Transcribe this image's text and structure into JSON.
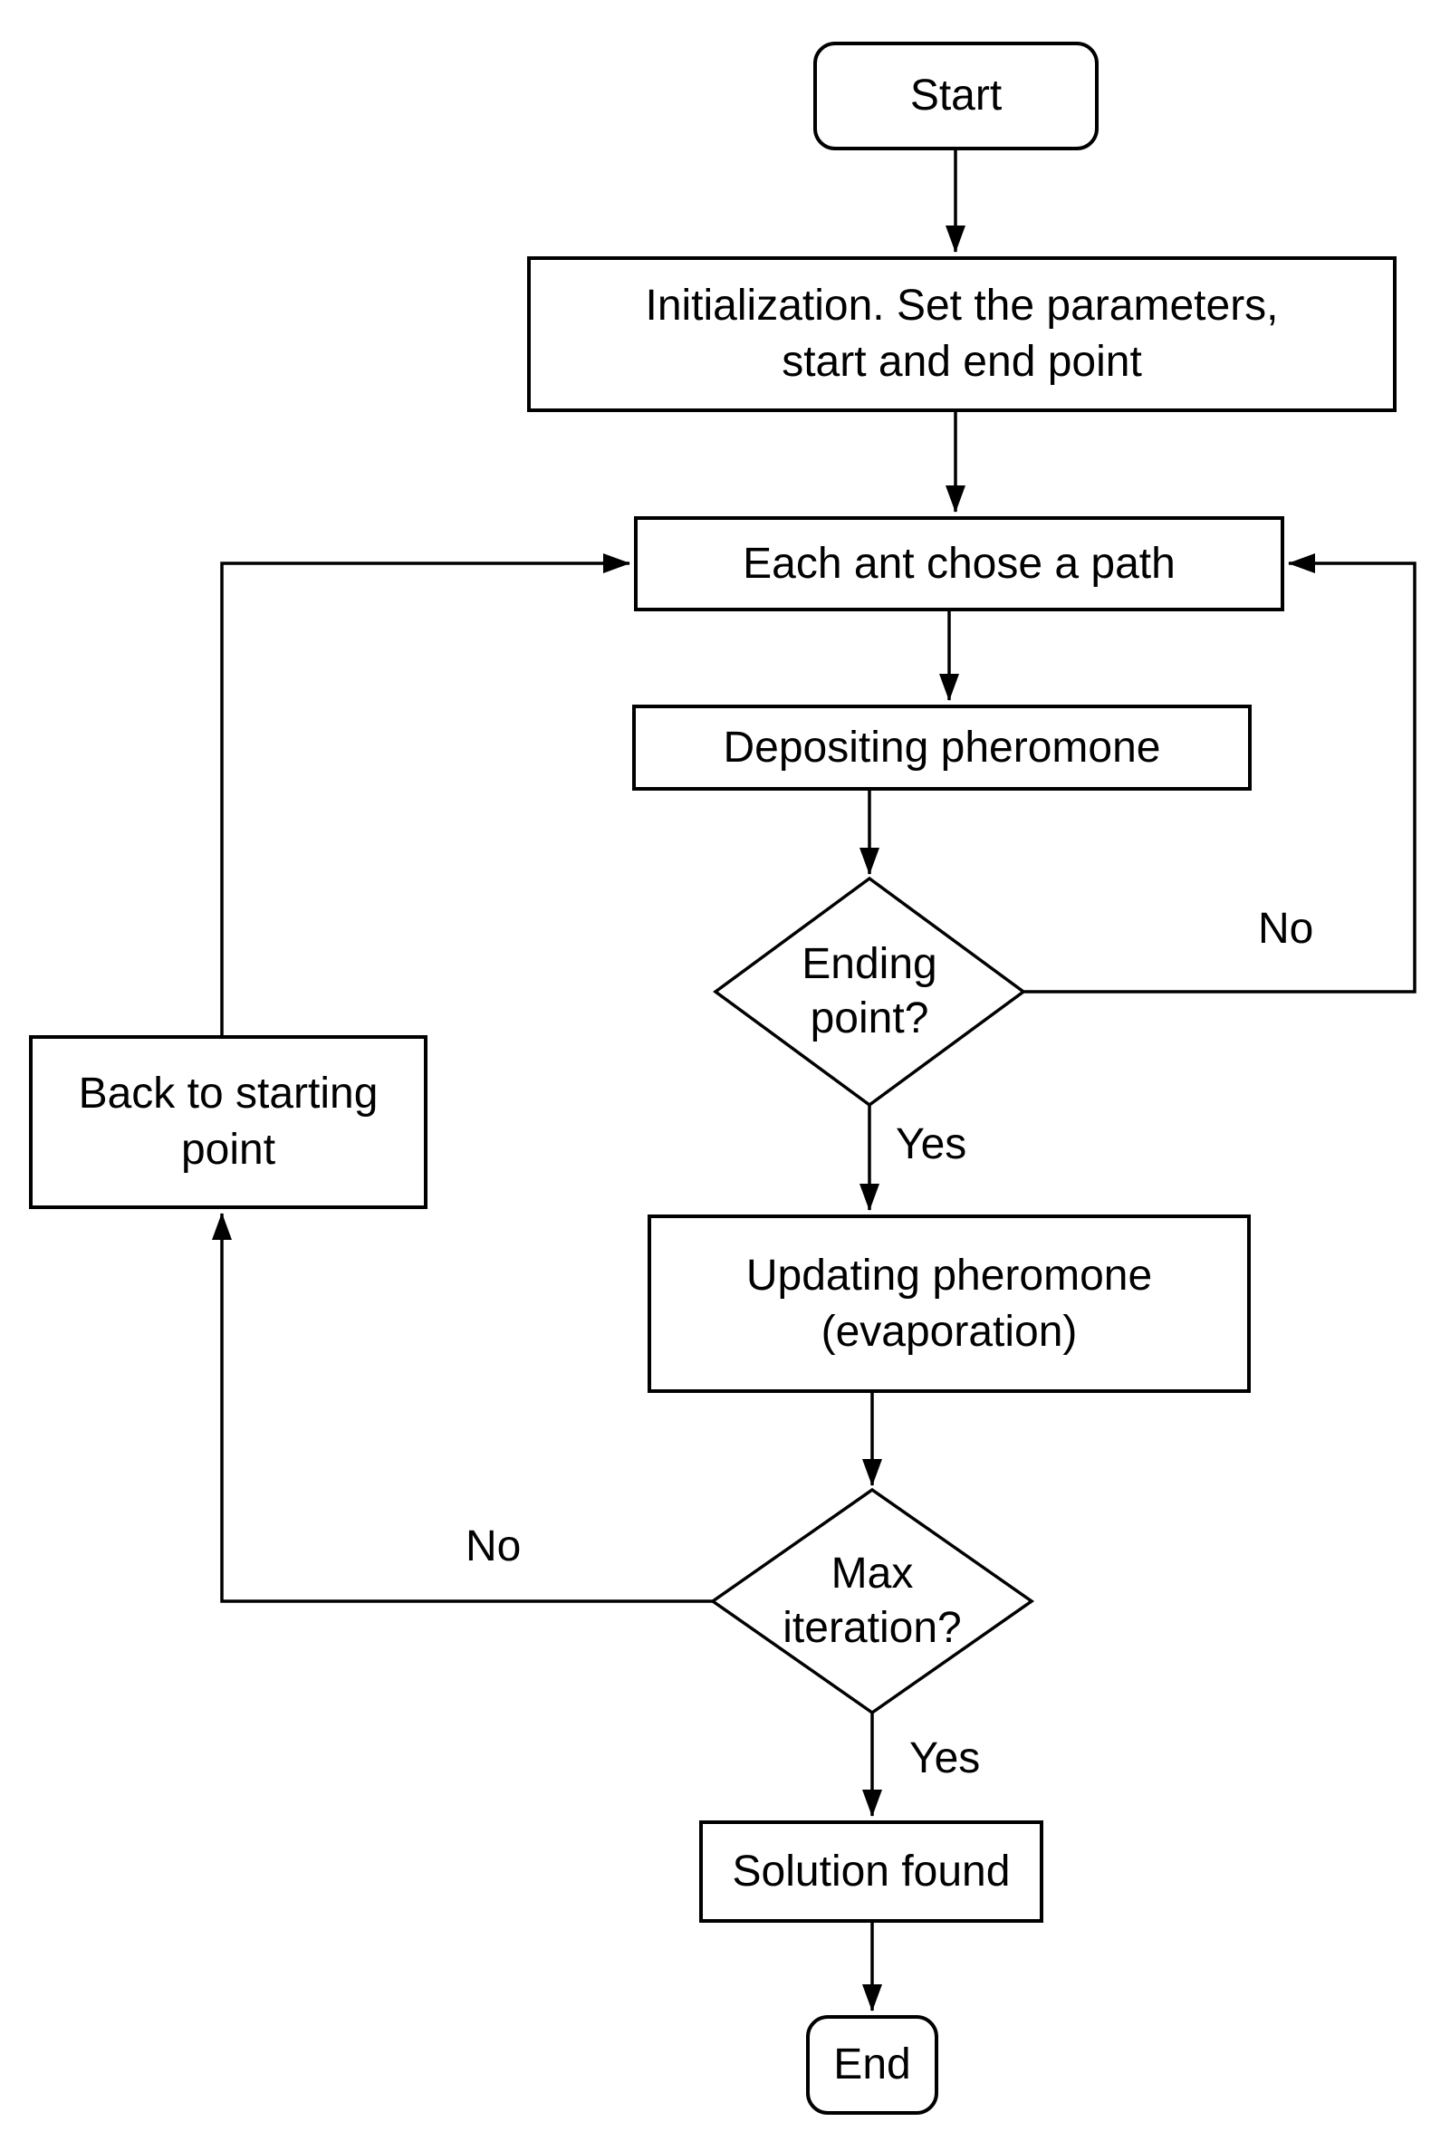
{
  "diagram": {
    "type": "flowchart",
    "colors": {
      "stroke": "#000000",
      "fill": "#ffffff",
      "text": "#000000"
    },
    "nodes": {
      "start": {
        "shape": "rounded",
        "label": "Start"
      },
      "init": {
        "shape": "process",
        "lines": [
          "Initialization. Set the parameters,",
          "start and end point"
        ]
      },
      "each_ant": {
        "shape": "process",
        "label": "Each ant chose a path"
      },
      "depositing": {
        "shape": "process",
        "label": "Depositing pheromone"
      },
      "ending": {
        "shape": "decision",
        "lines": [
          "Ending",
          "point?"
        ]
      },
      "updating": {
        "shape": "process",
        "lines": [
          "Updating pheromone",
          "(evaporation)"
        ]
      },
      "max_iter": {
        "shape": "decision",
        "lines": [
          "Max",
          "iteration?"
        ]
      },
      "solution": {
        "shape": "process",
        "label": "Solution found"
      },
      "end": {
        "shape": "rounded",
        "label": "End"
      },
      "back": {
        "shape": "process",
        "lines": [
          "Back to starting",
          "point"
        ]
      }
    },
    "edge_labels": {
      "ending_no": "No",
      "ending_yes": "Yes",
      "max_no": "No",
      "max_yes": "Yes"
    }
  }
}
